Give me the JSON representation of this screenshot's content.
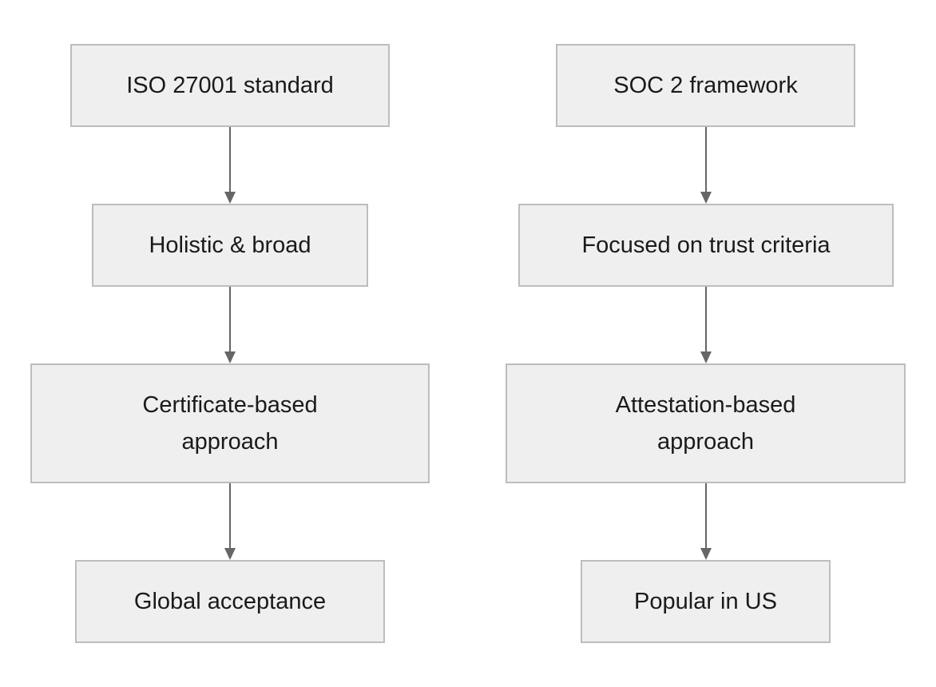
{
  "diagram": {
    "colors": {
      "node_fill": "#efefef",
      "node_border": "#bdbdbd",
      "edge": "#666666",
      "text": "#1a1a1a"
    },
    "left_column": {
      "nodes": [
        {
          "id": "iso",
          "label": "ISO 27001 standard"
        },
        {
          "id": "holistic",
          "label": "Holistic & broad"
        },
        {
          "id": "certificate",
          "label": "Certificate-based approach"
        },
        {
          "id": "global",
          "label": "Global acceptance"
        }
      ]
    },
    "right_column": {
      "nodes": [
        {
          "id": "soc",
          "label": "SOC 2 framework"
        },
        {
          "id": "focused",
          "label": "Focused on trust criteria"
        },
        {
          "id": "attestation",
          "label": "Attestation-based approach"
        },
        {
          "id": "popular",
          "label": "Popular in US"
        }
      ]
    },
    "edges": [
      {
        "from": "iso",
        "to": "holistic"
      },
      {
        "from": "holistic",
        "to": "certificate"
      },
      {
        "from": "certificate",
        "to": "global"
      },
      {
        "from": "soc",
        "to": "focused"
      },
      {
        "from": "focused",
        "to": "attestation"
      },
      {
        "from": "attestation",
        "to": "popular"
      }
    ]
  }
}
